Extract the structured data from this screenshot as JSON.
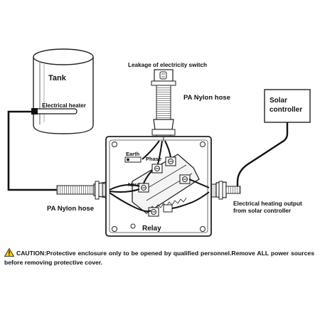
{
  "labels": {
    "tank": "Tank",
    "heater": "Electrical heater",
    "switch": "Leakage of electricity switch",
    "hose_top": "PA Nylon hose",
    "hose_left": "PA Nylon hose",
    "solar_line1": "Solar",
    "solar_line2": "controller",
    "earth": "Earth",
    "phase": "Phase",
    "neutral": "Neut",
    "output_line1": "Electrical heating output",
    "output_line2": "from solar controller",
    "relay": "Relay"
  },
  "caution": {
    "text": "CAUTION:Protective enclosure only to be opened by qualified personnel.Remove ALL power sources before removing protective cover."
  },
  "icons": {
    "warning": "warning-triangle-icon",
    "warning_color": "#f5d000"
  }
}
